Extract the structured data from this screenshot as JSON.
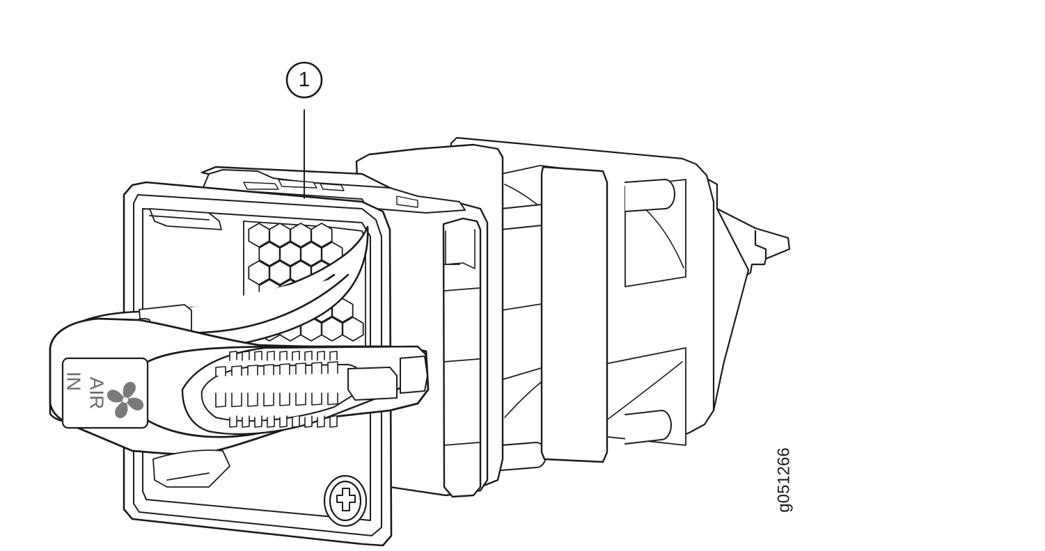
{
  "figure": {
    "callout_number": "1",
    "figure_id": "g051266",
    "label_line1": "AIR",
    "label_line2": "IN",
    "icon": "fan-icon",
    "line_color": "#1a1a1a",
    "fill_color": "#ffffff",
    "shade_color": "#d4d4d4"
  }
}
